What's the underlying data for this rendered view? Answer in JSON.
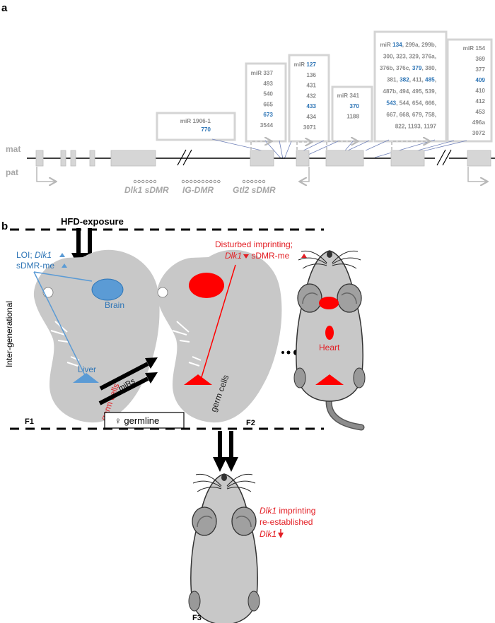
{
  "panel_a": {
    "label": "a",
    "strand_mat": "mat",
    "strand_pat": "pat",
    "dmrs": [
      "Dlk1 sDMR",
      "IG-DMR",
      "Gtl2 sDMR"
    ],
    "mir_boxes": [
      {
        "lines": [
          [
            [
              "miR 1906-1",
              "g"
            ]
          ],
          [
            [
              "770",
              "b"
            ]
          ]
        ]
      },
      {
        "lines": [
          [
            [
              "miR 337",
              "g"
            ]
          ],
          [
            [
              "493",
              "g"
            ]
          ],
          [
            [
              "540",
              "g"
            ]
          ],
          [
            [
              "665",
              "g"
            ]
          ],
          [
            [
              "673",
              "b"
            ]
          ],
          [
            [
              "3544",
              "g"
            ]
          ]
        ]
      },
      {
        "lines": [
          [
            [
              "miR ",
              "g"
            ],
            [
              "127",
              "b"
            ]
          ],
          [
            [
              "136",
              "g"
            ]
          ],
          [
            [
              "431",
              "g"
            ]
          ],
          [
            [
              "432",
              "g"
            ]
          ],
          [
            [
              "433",
              "b"
            ]
          ],
          [
            [
              "434",
              "g"
            ]
          ],
          [
            [
              "3071",
              "g"
            ]
          ]
        ]
      },
      {
        "lines": [
          [
            [
              "miR 341",
              "g"
            ]
          ],
          [
            [
              "370",
              "b"
            ]
          ],
          [
            [
              "1188",
              "g"
            ]
          ]
        ]
      },
      {
        "lines": [
          [
            [
              "miR ",
              "g"
            ],
            [
              "134",
              "b"
            ],
            [
              ", 299a, 299b,",
              "g"
            ]
          ],
          [
            [
              "300, 323, 329, 376a,",
              "g"
            ]
          ],
          [
            [
              "376b, 376c, ",
              "g"
            ],
            [
              "379",
              "b"
            ],
            [
              ", 380,",
              "g"
            ]
          ],
          [
            [
              "381, ",
              "g"
            ],
            [
              "382",
              "b"
            ],
            [
              ", 411, ",
              "g"
            ],
            [
              "485",
              "b"
            ],
            [
              ",",
              "g"
            ]
          ],
          [
            [
              "487b, 494, 495, 539,",
              "g"
            ]
          ],
          [
            [
              "543",
              "b"
            ],
            [
              ", 544, 654, 666,",
              "g"
            ]
          ],
          [
            [
              "667, 668, 679, 758,",
              "g"
            ]
          ],
          [
            [
              "822, 1193, 1197",
              "g"
            ]
          ]
        ]
      },
      {
        "lines": [
          [
            [
              "miR 154",
              "g"
            ]
          ],
          [
            [
              "369",
              "g"
            ]
          ],
          [
            [
              "377",
              "g"
            ]
          ],
          [
            [
              "409",
              "b"
            ]
          ],
          [
            [
              "410",
              "g"
            ]
          ],
          [
            [
              "412",
              "g"
            ]
          ],
          [
            [
              "453",
              "g"
            ]
          ],
          [
            [
              "496a",
              "g"
            ]
          ],
          [
            [
              "3072",
              "g"
            ]
          ]
        ]
      }
    ]
  },
  "panel_b": {
    "label": "b",
    "hfd": "HFD-exposure",
    "side_label": "Inter-generational",
    "f1_note_line1_a": "LOI; ",
    "f1_note_line1_b": "Dlk1",
    "f1_note_line2": "sDMR-me",
    "brain": "Brain",
    "liver": "Liver",
    "germ_cells_f1": "germ cells",
    "mirs": "miRs",
    "germline": "♀ germline",
    "f2_note_line1": "Disturbed imprinting;",
    "f2_note_line2_a": "Dlk1",
    "f2_note_line2_b": " sDMR-me",
    "germ_cells_f2": "germ cells",
    "heart": "Heart",
    "f3_note_line1_a": "Dlk1",
    "f3_note_line1_b": " imprinting",
    "f3_note_line2": "re-established",
    "f3_note_line3": "Dlk1",
    "gen_f1": "F1",
    "gen_f2": "F2",
    "gen_f3": "F3",
    "colors": {
      "blue": "#5b9bd5",
      "red": "#ff0000",
      "gray": "#c8c8c8",
      "text_blue": "#2e75b6"
    }
  }
}
